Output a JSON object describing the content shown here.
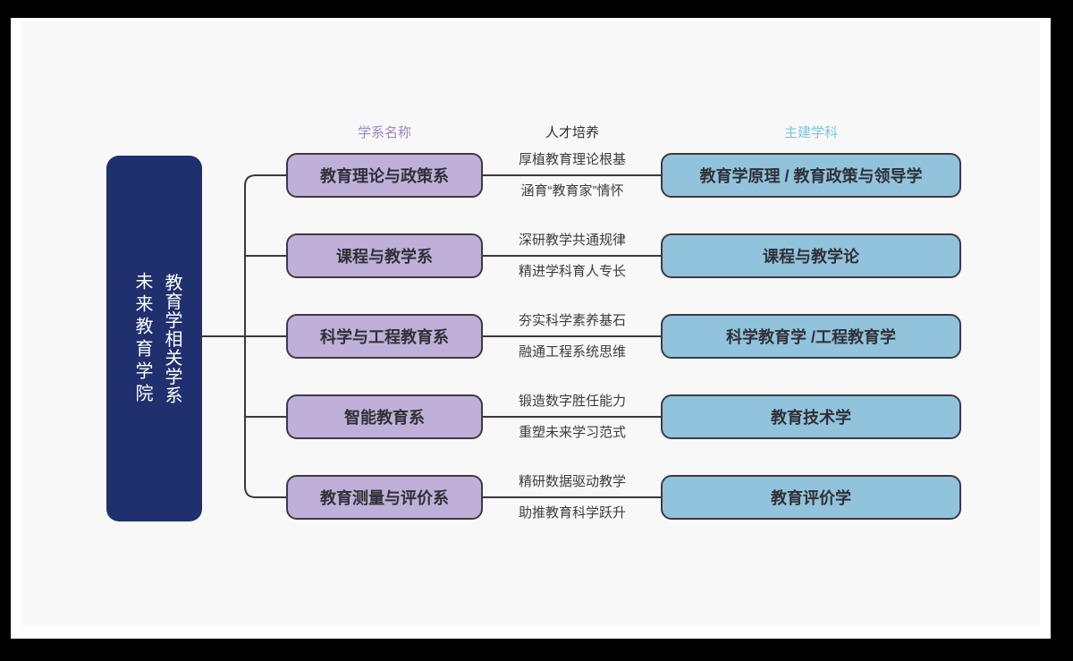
{
  "colors": {
    "frame_color": "#000000",
    "card_color": "#ffffff",
    "board_color": "#f8f8f9",
    "navy": "#20306e",
    "navy_text": "#ffffff",
    "purple_fill": "#bfb0d9",
    "blue_fill": "#92c3dc",
    "box_border": "#3d3a42",
    "box_text": "#303036",
    "line": "#3a3a3a",
    "header_purple": "#9c87c6",
    "header_dark": "#2f2f2f",
    "header_teal": "#7cc6d9",
    "training_text": "#3d3d3d"
  },
  "root": {
    "column_right": "教育学相关学系",
    "column_left": "未来教育学院"
  },
  "headers": {
    "departments": "学系名称",
    "training": "人才培养",
    "disciplines": "主建学科"
  },
  "rows": [
    {
      "department": "教育理论与政策系",
      "training_line1": "厚植教育理论根基",
      "training_line2": "涵育“教育家”情怀",
      "discipline": "教育学原理 / 教育政策与领导学"
    },
    {
      "department": "课程与教学系",
      "training_line1": "深研教学共通规律",
      "training_line2": "精进学科育人专长",
      "discipline": "课程与教学论"
    },
    {
      "department": "科学与工程教育系",
      "training_line1": "夯实科学素养基石",
      "training_line2": "融通工程系统思维",
      "discipline": "科学教育学 /工程教育学"
    },
    {
      "department": "智能教育系",
      "training_line1": "锻造数字胜任能力",
      "training_line2": "重塑未来学习范式",
      "discipline": "教育技术学"
    },
    {
      "department": "教育测量与评价系",
      "training_line1": "精研数据驱动教学",
      "training_line2": "助推教育科学跃升",
      "discipline": "教育评价学"
    }
  ]
}
